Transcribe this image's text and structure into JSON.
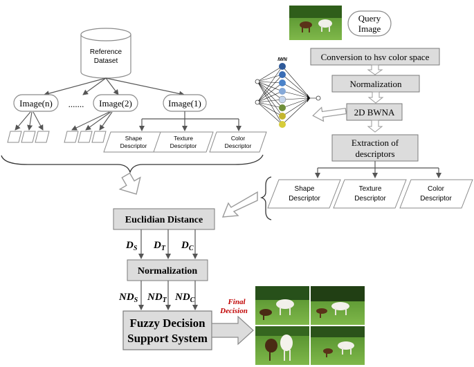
{
  "query": {
    "label_line1": "Query",
    "label_line2": "Image"
  },
  "reference": {
    "db_line1": "Reference",
    "db_line2": "Dataset",
    "images": [
      "Image(n)",
      "Image(2)",
      "Image(1)"
    ],
    "ellipsis": ".......",
    "descriptors": [
      {
        "line1": "Shape",
        "line2": "Descriptor"
      },
      {
        "line1": "Texture",
        "line2": "Descriptor"
      },
      {
        "line1": "Color",
        "line2": "Descriptor"
      }
    ]
  },
  "pipeline": {
    "step1": "Conversion to hsv color space",
    "step2": "Normalization",
    "step3": "2D BWNA",
    "step4_line1": "Extraction of",
    "step4_line2": "descriptors",
    "network_label": "IWN",
    "descriptors": [
      {
        "line1": "Shape",
        "line2": "Descriptor"
      },
      {
        "line1": "Texture",
        "line2": "Descriptor"
      },
      {
        "line1": "Color",
        "line2": "Descriptor"
      }
    ]
  },
  "matching": {
    "euclidian": "Euclidian Distance",
    "distances": [
      {
        "base": "D",
        "sub": "S"
      },
      {
        "base": "D",
        "sub": "T"
      },
      {
        "base": "D",
        "sub": "C"
      }
    ],
    "normalization": "Normalization",
    "norm_distances": [
      {
        "base": "ND",
        "sub": "S"
      },
      {
        "base": "ND",
        "sub": "T"
      },
      {
        "base": "ND",
        "sub": "C"
      }
    ],
    "fuzzy_line1": "Fuzzy Decision",
    "fuzzy_line2": "Support System",
    "final_line1": "Final",
    "final_line2": "Decision"
  },
  "colors": {
    "box_fill": "#dcdcdc",
    "box_stroke": "#7a7a7a",
    "arrow": "#555555",
    "hollow_arrow_stroke": "#9a9a9a",
    "final_decision": "#c00000",
    "grass": "#3f7a22"
  }
}
